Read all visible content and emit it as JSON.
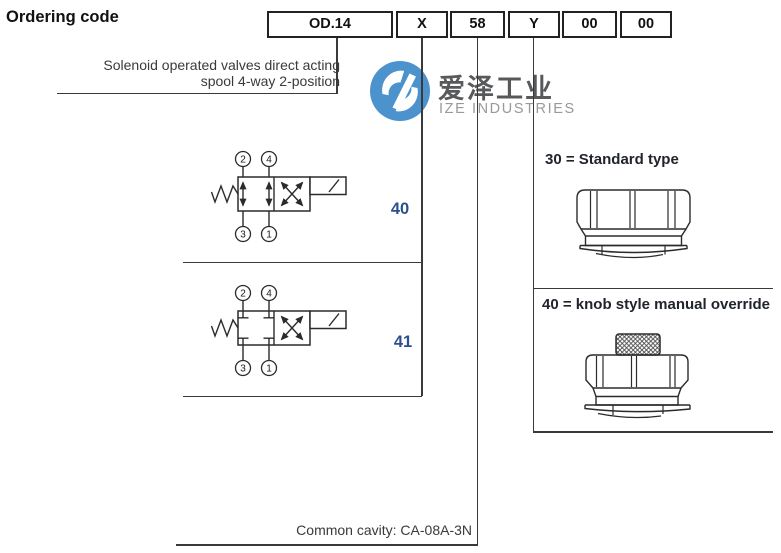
{
  "title": "Ordering code",
  "ordering_table": {
    "cells": [
      "OD.14",
      "X",
      "58",
      "Y",
      "00",
      "00"
    ]
  },
  "callout": {
    "line1": "Solenoid operated valves direct acting",
    "line2": "spool 4-way 2-position"
  },
  "watermark": {
    "cn": "爱泽工业",
    "en": "IZE INDUSTRIES"
  },
  "spool_options": {
    "option40": {
      "code": "40",
      "ports_top": [
        "2",
        "4"
      ],
      "ports_bottom": [
        "3",
        "1"
      ]
    },
    "option41": {
      "code": "41",
      "ports_top": [
        "2",
        "4"
      ],
      "ports_bottom": [
        "3",
        "1"
      ]
    }
  },
  "override_options": {
    "standard": {
      "label": "30 = Standard type"
    },
    "knob": {
      "label": "40 = knob style manual override"
    }
  },
  "footer": {
    "common_cavity": "Common cavity: CA-08A-3N"
  },
  "colors": {
    "code_label_blue": "#2d4f8f",
    "logo_blue": "#4C93CD",
    "line_dark": "#3a3a3a"
  }
}
